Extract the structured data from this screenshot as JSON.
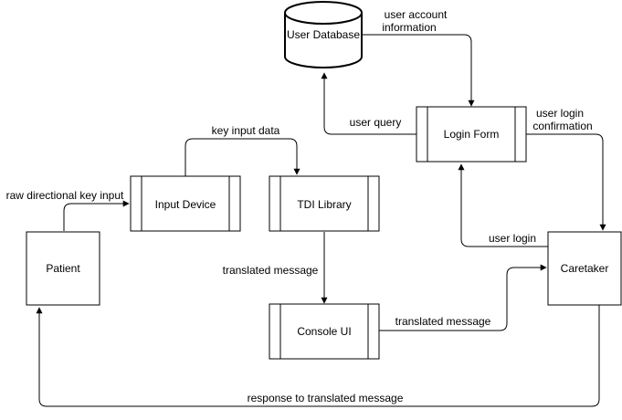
{
  "nodes": {
    "user_database": "User Database",
    "login_form": "Login Form",
    "input_device": "Input Device",
    "tdi_library": "TDI Library",
    "patient": "Patient",
    "caretaker": "Caretaker",
    "console_ui": "Console UI"
  },
  "edges": {
    "user_account_information_1": "user account",
    "user_account_information_2": "information",
    "user_query": "user query",
    "user_login_confirmation_1": "user login",
    "user_login_confirmation_2": "confirmation",
    "key_input_data": "key input data",
    "raw_directional_key_input": "raw directional key input",
    "user_login": "user login",
    "translated_message_1": "translated message",
    "translated_message_2": "translated message",
    "response_to_translated_message": "response to translated message"
  },
  "colors": {
    "stroke": "#000000",
    "fill": "#ffffff"
  }
}
